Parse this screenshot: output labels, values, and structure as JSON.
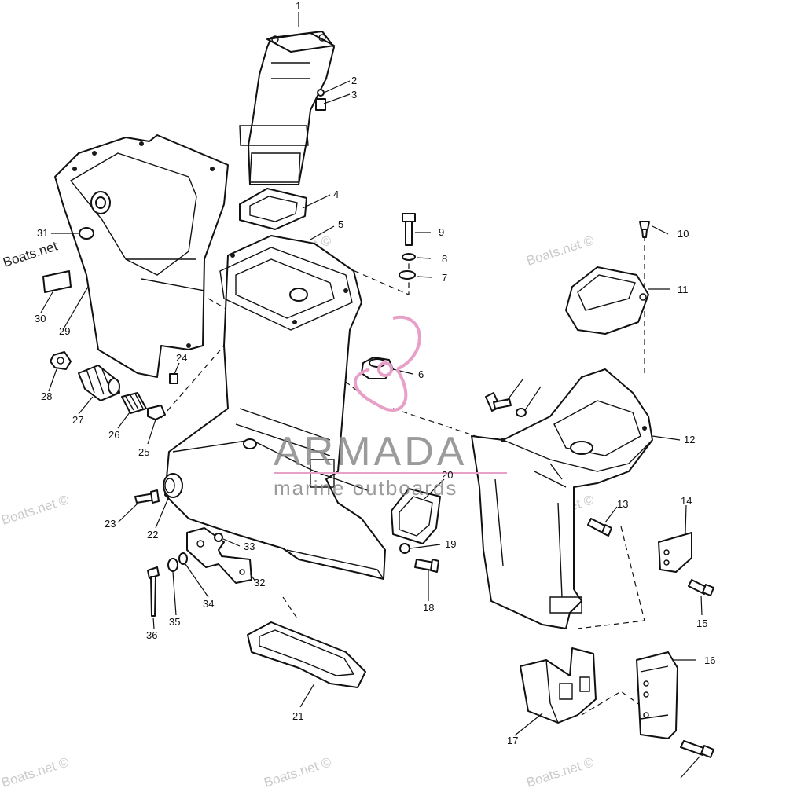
{
  "watermark": {
    "site": "Boats.net ©",
    "site_short": "Boats.net",
    "brand": "ARMADA",
    "brand_sub": "marine outboards",
    "logo_color": "#e8a0c8"
  },
  "callouts": [
    "1",
    "2",
    "3",
    "4",
    "5",
    "6",
    "7",
    "8",
    "9",
    "10",
    "11",
    "12",
    "13",
    "14",
    "15",
    "16",
    "17",
    "18",
    "19",
    "20",
    "21",
    "22",
    "23",
    "24",
    "25",
    "26",
    "27",
    "28",
    "29",
    "30",
    "31",
    "32",
    "33",
    "34",
    "35",
    "36"
  ]
}
